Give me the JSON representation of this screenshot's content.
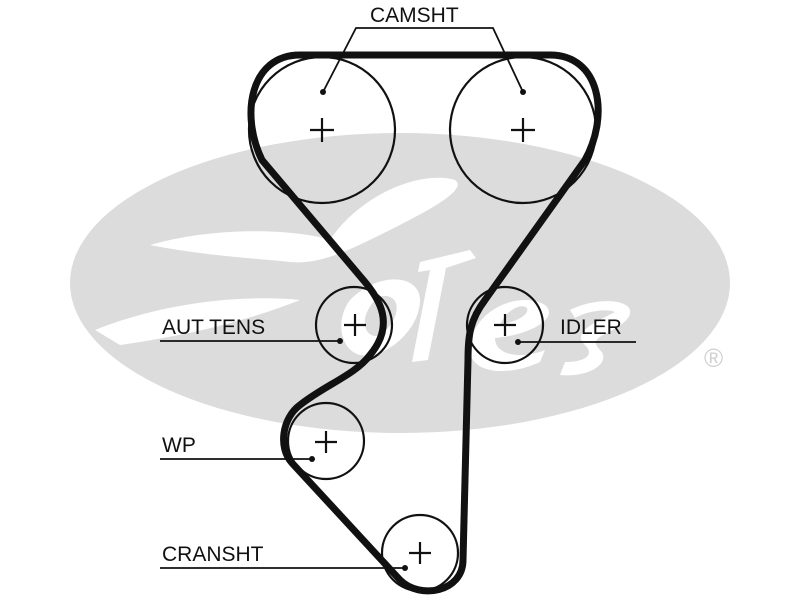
{
  "diagram": {
    "type": "timing-belt-routing",
    "brand_watermark": "Gates",
    "registered_mark": "®",
    "colors": {
      "belt": "#111111",
      "pulley_outline": "#111111",
      "watermark": "#dcdcdc",
      "background": "#ffffff"
    },
    "labels": {
      "camshaft": "CAMSHT",
      "tensioner": "AUT TENS",
      "idler": "IDLER",
      "water_pump": "WP",
      "crankshaft": "CRANSHT"
    },
    "pulleys": [
      {
        "id": "camshaft-left",
        "label_ref": "camshaft"
      },
      {
        "id": "camshaft-right",
        "label_ref": "camshaft"
      },
      {
        "id": "tensioner",
        "label_ref": "tensioner"
      },
      {
        "id": "idler",
        "label_ref": "idler"
      },
      {
        "id": "water-pump",
        "label_ref": "water_pump"
      },
      {
        "id": "crankshaft",
        "label_ref": "crankshaft"
      }
    ]
  }
}
